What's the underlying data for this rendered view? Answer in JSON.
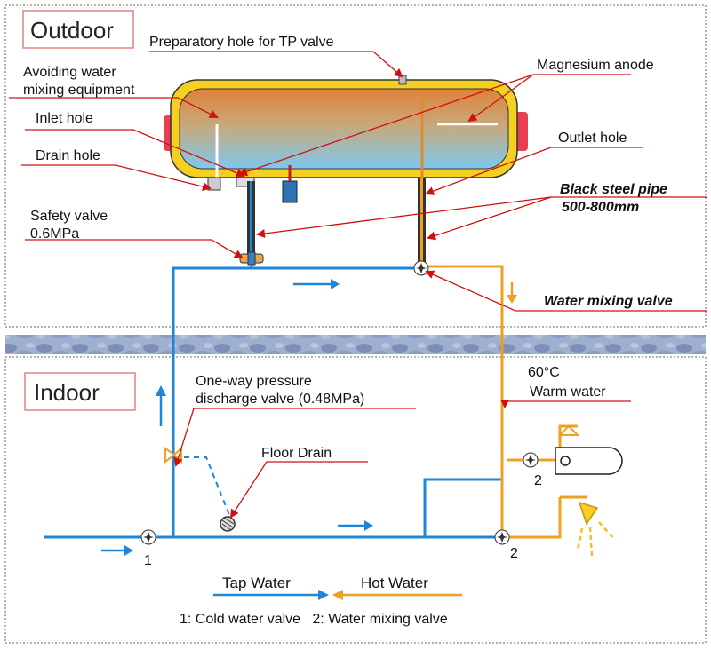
{
  "sections": {
    "outdoor": "Outdoor",
    "indoor": "Indoor"
  },
  "labels": {
    "tp_valve": "Preparatory hole for TP valve",
    "avoiding_1": "Avoiding water",
    "avoiding_2": "mixing equipment",
    "inlet_hole": "Inlet hole",
    "drain_hole": "Drain hole",
    "safety_valve_1": "Safety valve",
    "safety_valve_2": "0.6MPa",
    "magnesium_anode": "Magnesium anode",
    "outlet_hole": "Outlet hole",
    "black_pipe_1": "Black steel pipe",
    "black_pipe_2": "500-800mm",
    "water_mixing_valve": "Water mixing valve",
    "warm_temp": "60°C",
    "warm_water": "Warm water",
    "oneway_1": "One-way pressure",
    "oneway_2": "discharge valve (0.48MPa)",
    "floor_drain": "Floor Drain",
    "num_1": "1",
    "num_2a": "2",
    "num_2b": "2"
  },
  "legend": {
    "tap_water": "Tap Water",
    "hot_water": "Hot Water",
    "key": "1: Cold water valve   2: Water mixing valve"
  },
  "colors": {
    "cold": "#1e86d6",
    "hot": "#f0a020",
    "leader": "#d01010",
    "tank_shell": "#f5d020",
    "heater_end": "#e84050"
  }
}
